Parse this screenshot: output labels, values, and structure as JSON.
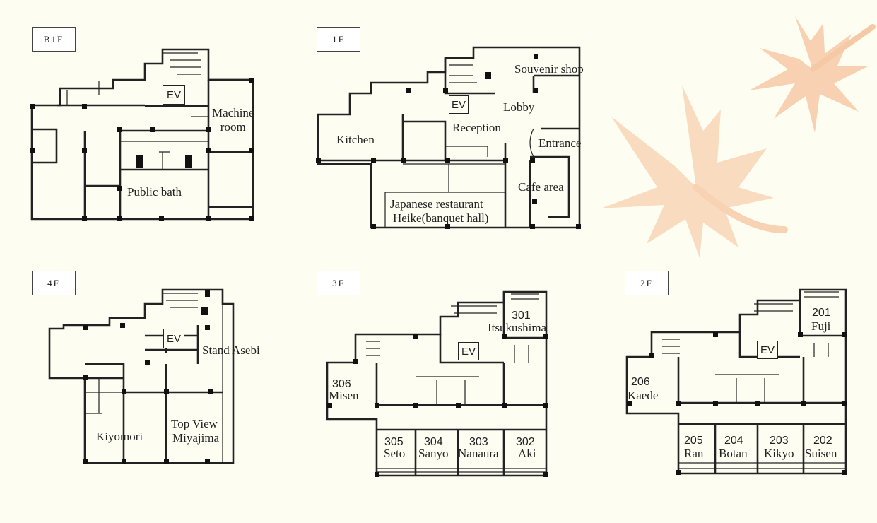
{
  "floors": {
    "b1f": {
      "tag": "B1F",
      "ev": "EV",
      "machine_room": "Machine\nroom",
      "public_bath": "Public bath"
    },
    "f1": {
      "tag": "1F",
      "ev": "EV",
      "souvenir": "Souvenir shop",
      "lobby": "Lobby",
      "reception": "Reception",
      "kitchen": "Kitchen",
      "entrance": "Entrance",
      "cafe": "Cafe area",
      "restaurant_line1": "Japanese restaurant",
      "restaurant_line2": "Heike(banquet hall)"
    },
    "f4": {
      "tag": "4F",
      "ev": "EV",
      "stand": "Stand Asebi",
      "kiyomori": "Kiyomori",
      "topview_line1": "Top View",
      "topview_line2": "Miyajima"
    },
    "f3": {
      "tag": "3F",
      "ev": "EV",
      "r301_num": "301",
      "r301_name": "Itsukushima",
      "r306_num": "306",
      "r306_name": "Misen",
      "r305_num": "305",
      "r305_name": "Seto",
      "r304_num": "304",
      "r304_name": "Sanyo",
      "r303_num": "303",
      "r303_name": "Nanaura",
      "r302_num": "302",
      "r302_name": "Aki"
    },
    "f2": {
      "tag": "2F",
      "ev": "EV",
      "r201_num": "201",
      "r201_name": "Fuji",
      "r206_num": "206",
      "r206_name": "Kaede",
      "r205_num": "205",
      "r205_name": "Ran",
      "r204_num": "204",
      "r204_name": "Botan",
      "r203_num": "203",
      "r203_name": "Kikyo",
      "r202_num": "202",
      "r202_name": "Suisen"
    }
  },
  "colors": {
    "background": "#fefdf2",
    "leaf": "#f6c9a6",
    "wall": "#222222"
  },
  "icons": [
    "maple-leaf-icon",
    "maple-leaf-icon"
  ]
}
